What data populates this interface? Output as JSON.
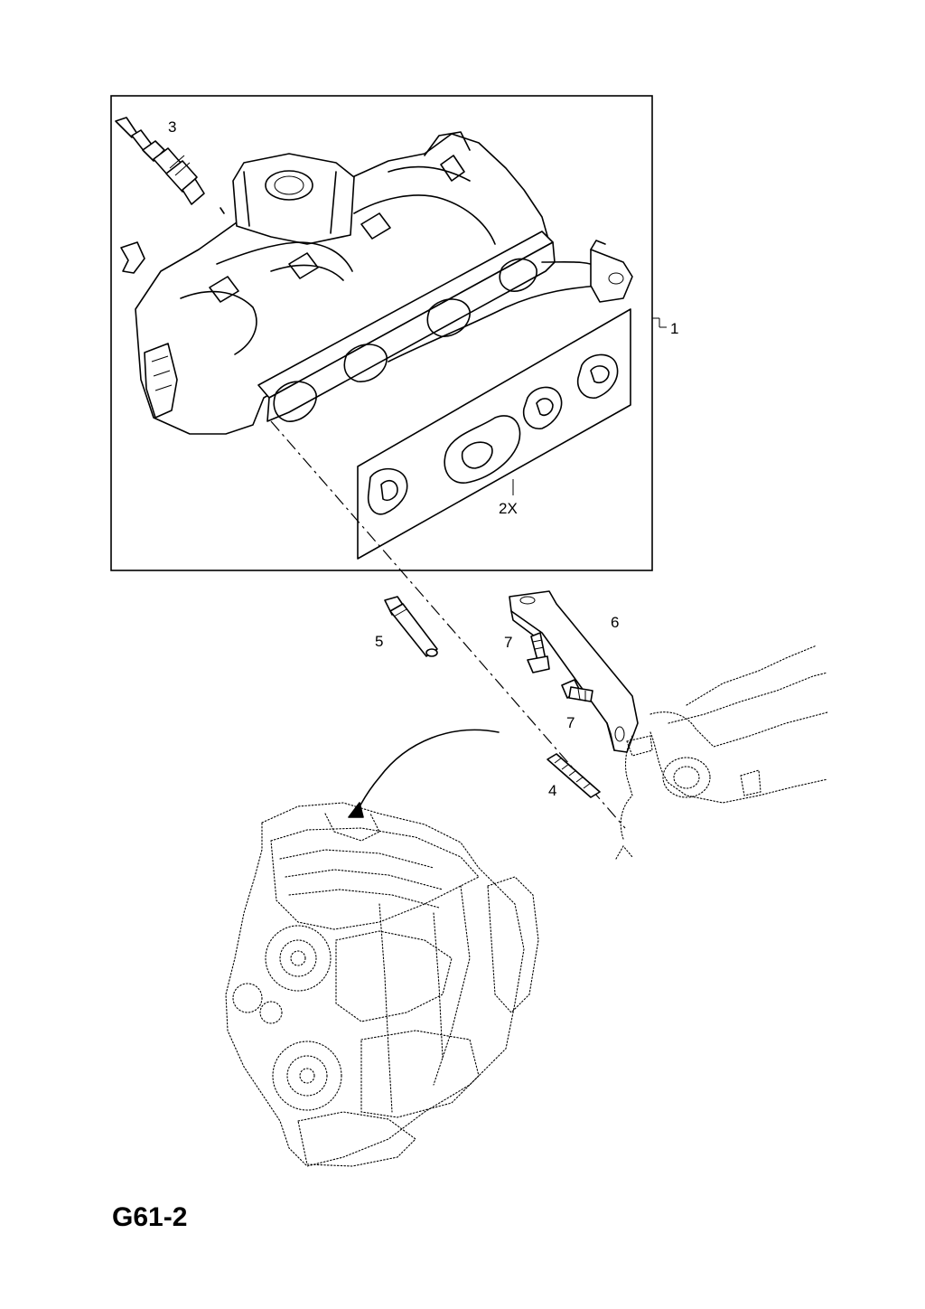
{
  "callouts": {
    "c1": "1",
    "c2x": "2X",
    "c3": "3",
    "c4": "4",
    "c5": "5",
    "c6": "6",
    "c7a": "7",
    "c7b": "7"
  },
  "page_code": "G61-2",
  "icons": [
    "intake-manifold",
    "gasket",
    "injector",
    "stud",
    "bolt",
    "bracket",
    "screw",
    "engine-block"
  ]
}
